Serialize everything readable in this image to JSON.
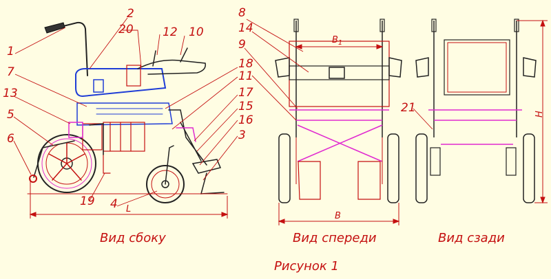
{
  "callouts": {
    "c1": "1",
    "c2": "2",
    "c3": "3",
    "c4": "4",
    "c5": "5",
    "c6": "6",
    "c7": "7",
    "c8": "8",
    "c9": "9",
    "c10": "10",
    "c11": "11",
    "c12": "12",
    "c13": "13",
    "c14": "14",
    "c15": "15",
    "c16": "16",
    "c17": "17",
    "c18": "18",
    "c19": "19",
    "c20": "20",
    "c21": "21"
  },
  "dimensions": {
    "L": "L",
    "B1": "B",
    "B1_sub": "1",
    "B": "B",
    "H": "H"
  },
  "captions": {
    "side": "Вид сбоку",
    "front": "Вид спереди",
    "back": "Вид сзади"
  },
  "figure_title": "Рисунок 1",
  "colors": {
    "background": "#fffde3",
    "annotation": "#c41010",
    "outline": "#222222",
    "frame_blue": "#1e3cd6",
    "frame_pink": "#e02ad0"
  }
}
